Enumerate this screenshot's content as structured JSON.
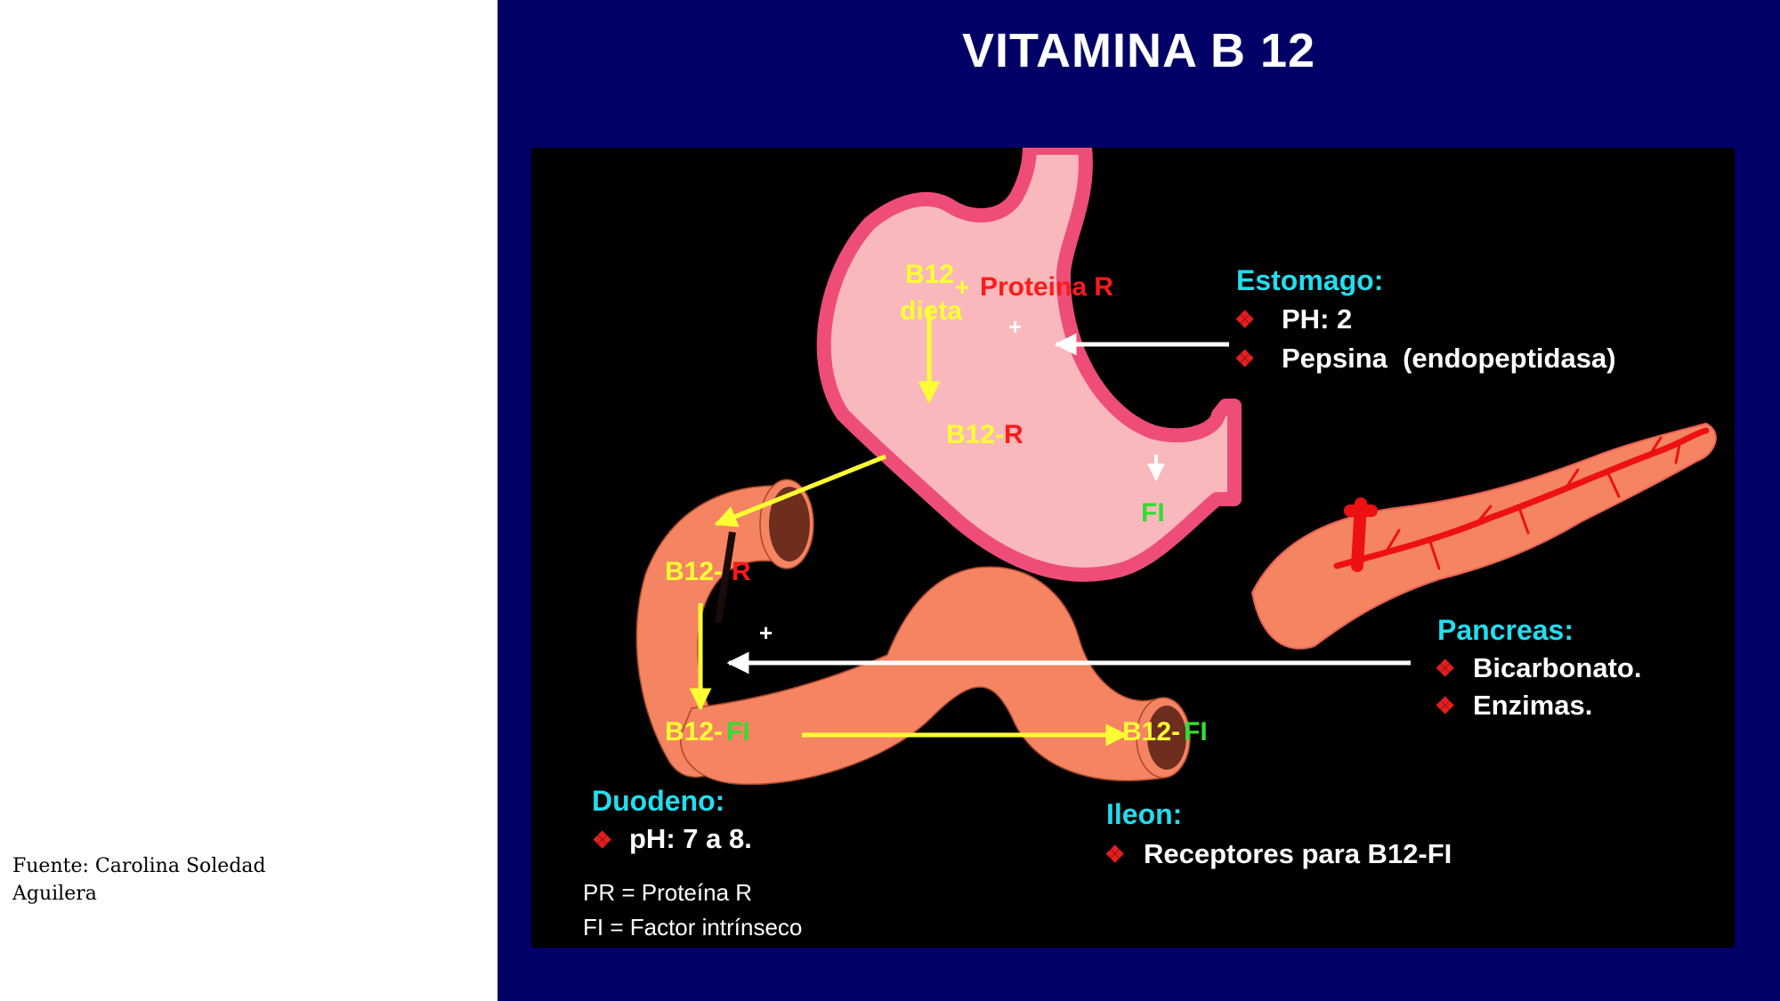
{
  "source_note": "Fuente: Carolina Soledad Aguilera",
  "title": "VITAMINA B 12",
  "colors": {
    "slide_bg": "#000066",
    "panel_bg": "#000000",
    "stomach_fill": "#f9b8bc",
    "stomach_rim": "#ee4d78",
    "intestine": "#f58462",
    "label_yellow": "#ffff33",
    "label_red": "#ff1a1a",
    "label_green": "#33dd33",
    "heading_cyan": "#22ddee",
    "bullet_red": "#e41e1e"
  },
  "stomach": {
    "b12_line1": "B12",
    "b12_line2": "dieta",
    "plus": "+",
    "protein_r": "Proteina R",
    "plus_white": "+",
    "b12r_b12": "B12-",
    "b12r_r": "R",
    "fi": "FI"
  },
  "estomago": {
    "heading": "Estomago:",
    "bullets": [
      "PH: 2",
      "Pepsina  (endopeptidasa)"
    ]
  },
  "duodeno_flow": {
    "b12r_b12": "B12-",
    "b12r_r": "R",
    "plus": "+",
    "b12fi_b12": "B12-",
    "b12fi_fi": "FI"
  },
  "ileon_flow": {
    "b12": "B12-",
    "fi": "FI"
  },
  "pancreas": {
    "heading": "Pancreas:",
    "bullets": [
      "Bicarbonato.",
      "Enzimas."
    ]
  },
  "duodeno": {
    "heading": "Duodeno:",
    "bullets": [
      "pH: 7 a 8."
    ]
  },
  "ileon": {
    "heading": "Ileon:",
    "bullets": [
      "Receptores para B12-FI"
    ]
  },
  "legend": [
    "PR = Proteína R",
    "FI = Factor intrínseco"
  ],
  "bullet_glyph": "❖"
}
